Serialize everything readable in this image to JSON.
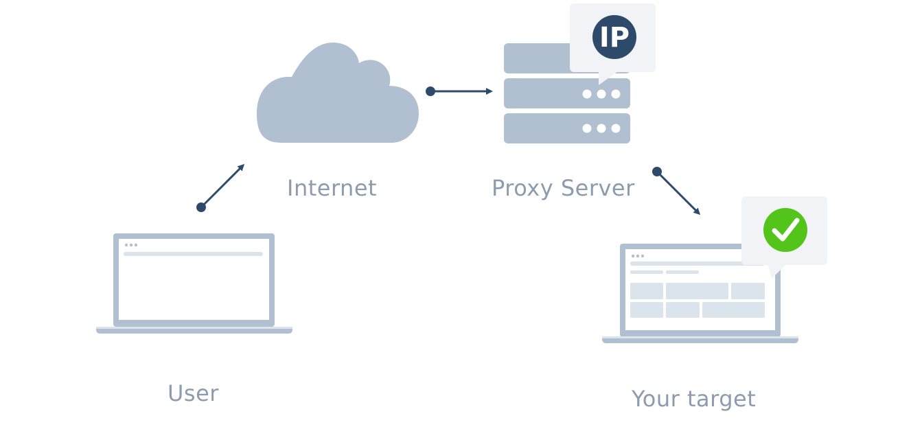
{
  "labels": {
    "internet": "Internet",
    "proxy_server": "Proxy Server",
    "user": "User",
    "target": "Your target"
  },
  "badges": {
    "ip": "IP"
  },
  "colors": {
    "device_fill": "#b0c0d1",
    "device_light": "#dbe3eb",
    "arrow": "#2e4a6b",
    "ip_badge": "#2e4a6b",
    "check_badge": "#52c41a",
    "bubble": "#f1f3f6",
    "label_text": "#8d9bae"
  },
  "icons": {
    "cloud": "cloud-icon",
    "server": "server-icon",
    "user_laptop": "laptop-icon",
    "target_laptop": "laptop-icon",
    "ip_bubble": "ip-badge-icon",
    "check_bubble": "checkmark-icon"
  }
}
